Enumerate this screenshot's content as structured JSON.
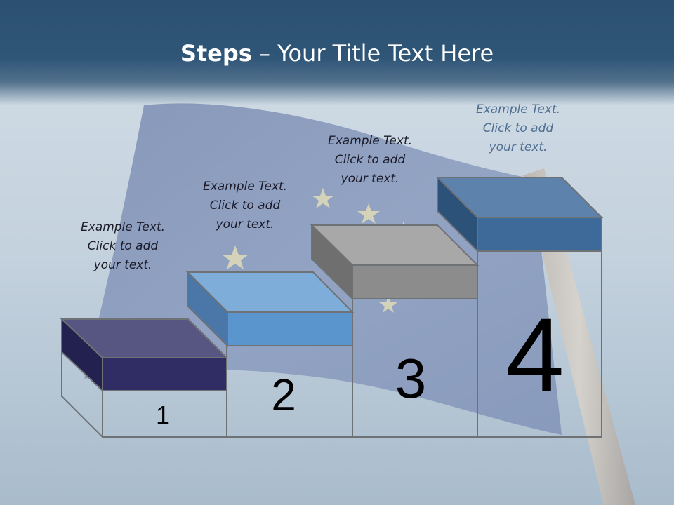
{
  "slide": {
    "title_bold": "Steps",
    "title_rest": " – Your Title Text Here"
  },
  "steps": [
    {
      "number": "1",
      "line1": "Example Text.",
      "line2": "Click  to add",
      "line3": "your text.",
      "color": "#2f2d63"
    },
    {
      "number": "2",
      "line1": "Example Text.",
      "line2": "Click  to add",
      "line3": "your text.",
      "color": "#5b95cd"
    },
    {
      "number": "3",
      "line1": "Example Text.",
      "line2": "Click  to add",
      "line3": "your text.",
      "color": "#8c8c8c"
    },
    {
      "number": "4",
      "line1": "Example Text.",
      "line2": "Click  to add",
      "line3": "your text.",
      "color": "#3d6a99"
    }
  ]
}
